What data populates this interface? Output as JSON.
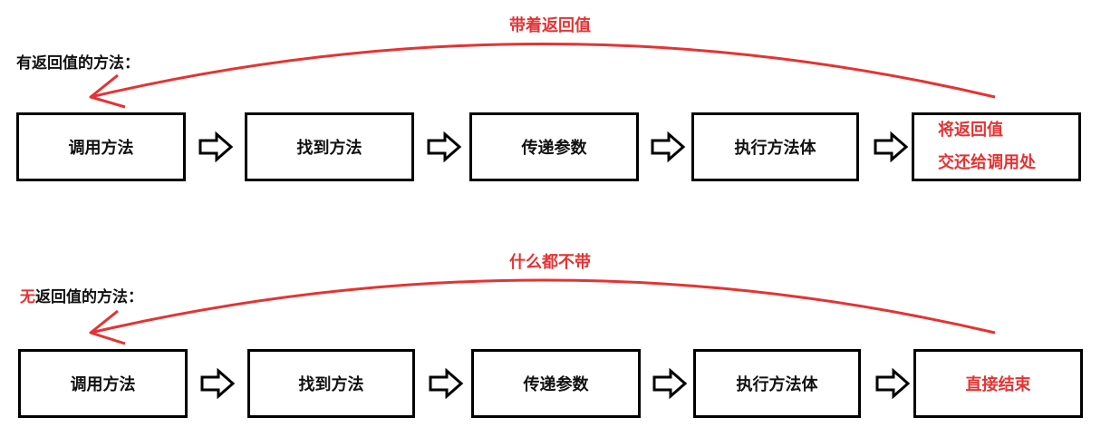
{
  "colors": {
    "accent_red": "#e53333",
    "text": "#111111",
    "border": "#000000"
  },
  "sections": [
    {
      "id": "top",
      "title_red": "",
      "title_rest": "有返回值的方法：",
      "arc_label": "带着返回值",
      "steps": [
        {
          "lines": [
            "调用方法"
          ],
          "red": false
        },
        {
          "lines": [
            "找到方法"
          ],
          "red": false
        },
        {
          "lines": [
            "传递参数"
          ],
          "red": false
        },
        {
          "lines": [
            "执行方法体"
          ],
          "red": false
        },
        {
          "lines": [
            "将返回值",
            "交还给调用处"
          ],
          "red": true
        }
      ]
    },
    {
      "id": "bottom",
      "title_red": "无",
      "title_rest": "返回值的方法：",
      "arc_label": "什么都不带",
      "steps": [
        {
          "lines": [
            "调用方法"
          ],
          "red": false
        },
        {
          "lines": [
            "找到方法"
          ],
          "red": false
        },
        {
          "lines": [
            "传递参数"
          ],
          "red": false
        },
        {
          "lines": [
            "执行方法体"
          ],
          "red": false
        },
        {
          "lines": [
            "直接结束"
          ],
          "red": true
        }
      ]
    }
  ],
  "icons": {
    "step_arrow": "right-outline-arrow-icon",
    "return_arrow": "return-curve-arrow-icon"
  }
}
